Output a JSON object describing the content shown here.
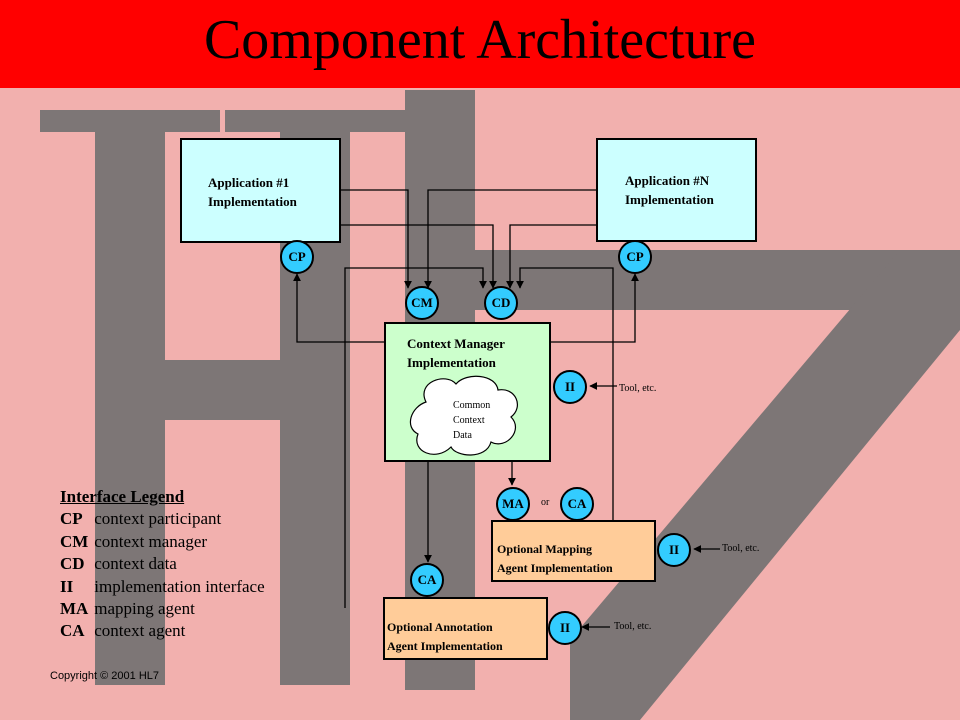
{
  "title": "Component Architecture",
  "colors": {
    "title_bar": "#ff0000",
    "background": "#f2b0ae",
    "watermark": "#7d7676",
    "application_box": "#ccffff",
    "context_manager_box": "#ccffcc",
    "optional_box": "#ffcc99",
    "interface_node": "#33ccff"
  },
  "boxes": {
    "app1": [
      "Application #1",
      "Implementation"
    ],
    "appN": [
      "Application #N",
      "Implementation"
    ],
    "cm": [
      "Context Manager",
      "Implementation"
    ],
    "mapping": [
      "Optional Mapping",
      "Agent Implementation"
    ],
    "annotation": [
      "Optional Annotation",
      "Agent Implementation"
    ]
  },
  "cloud": [
    "Common",
    "Context",
    "Data"
  ],
  "nodes": {
    "cp_left": "CP",
    "cp_right": "CP",
    "cm": "CM",
    "cd": "CD",
    "ii_cm": "II",
    "ma": "MA",
    "ca_mapping": "CA",
    "ii_mapping": "II",
    "ca_annotation": "CA",
    "ii_annotation": "II"
  },
  "or_text": "or",
  "tool_text": "Tool, etc.",
  "legend": {
    "heading": "Interface Legend",
    "items": [
      {
        "abbr": "CP",
        "text": "context participant"
      },
      {
        "abbr": "CM",
        "text": "context manager"
      },
      {
        "abbr": "CD",
        "text": "context data"
      },
      {
        "abbr": "II",
        "text": "implementation interface"
      },
      {
        "abbr": "MA",
        "text": "mapping agent"
      },
      {
        "abbr": "CA",
        "text": "context agent"
      }
    ]
  },
  "copyright": "Copyright © 2001 HL7"
}
